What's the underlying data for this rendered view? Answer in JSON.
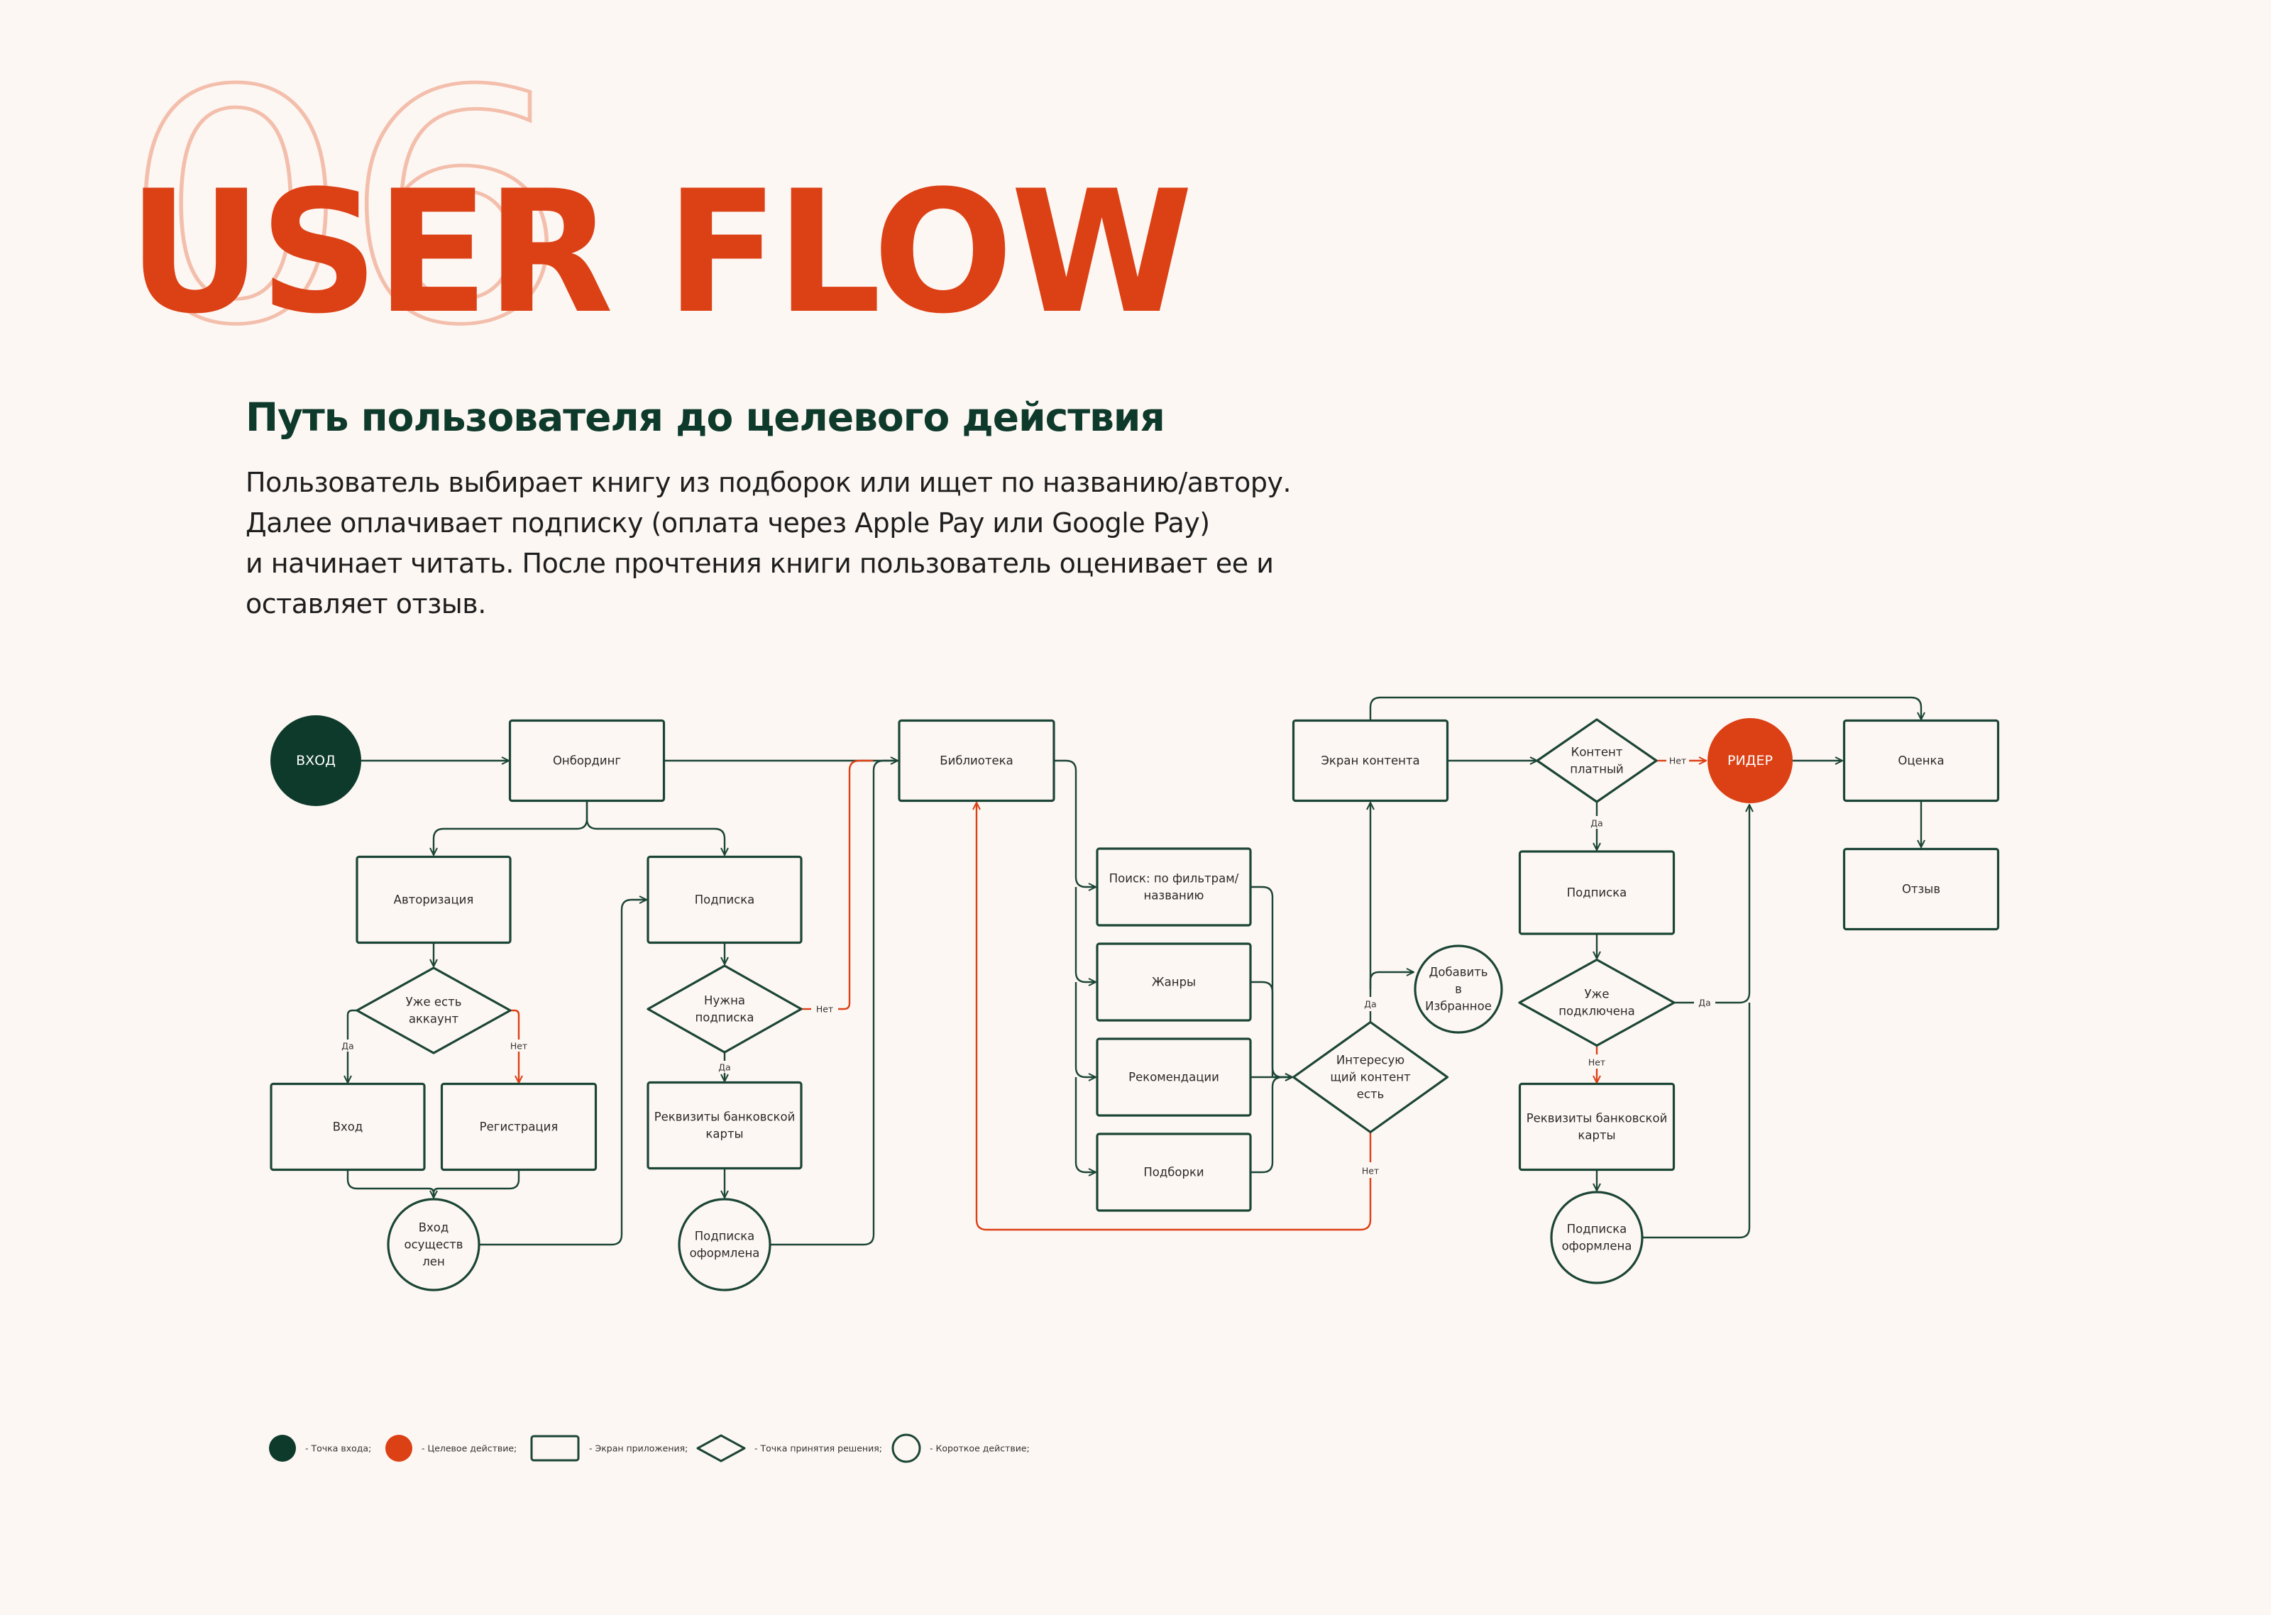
{
  "header": {
    "section_number": "06",
    "title": "USER FLOW",
    "subtitle": "Путь пользователя до целевого действия",
    "description_lines": [
      "Пользователь выбирает книгу из подборок или ищет по названию/автору.",
      "Далее оплачивает подписку (оплата через Apple Pay или Google Pay)",
      "и начинает читать. После прочтения книги пользователь оценивает ее и",
      "оставляет отзыв."
    ]
  },
  "colors": {
    "background": "#FDF7F3",
    "accent": "#DC4015",
    "dark_green": "#0E3A2C",
    "line": "#1B4536",
    "outline_number": "#F3BFAC"
  },
  "flow": {
    "nodes": {
      "entry": {
        "type": "entry",
        "lines": [
          "ВХОД"
        ]
      },
      "onboarding": {
        "type": "screen",
        "lines": [
          "Онбординг"
        ]
      },
      "authorization": {
        "type": "screen",
        "lines": [
          "Авторизация"
        ]
      },
      "has_account": {
        "type": "decision",
        "lines": [
          "Уже есть",
          "аккаунт"
        ]
      },
      "login": {
        "type": "screen",
        "lines": [
          "Вход"
        ]
      },
      "registration": {
        "type": "screen",
        "lines": [
          "Регистрация"
        ]
      },
      "logged_in": {
        "type": "short_action",
        "lines": [
          "Вход",
          "осуществ",
          "лен"
        ]
      },
      "subscription_left": {
        "type": "screen",
        "lines": [
          "Подписка"
        ]
      },
      "need_subscription": {
        "type": "decision",
        "lines": [
          "Нужна",
          "подписка"
        ]
      },
      "card_details_left": {
        "type": "screen",
        "lines": [
          "Реквизиты банковской",
          "карты"
        ]
      },
      "subscribed_left": {
        "type": "short_action",
        "lines": [
          "Подписка",
          "оформлена"
        ]
      },
      "library": {
        "type": "screen",
        "lines": [
          "Библиотека"
        ]
      },
      "search": {
        "type": "screen",
        "lines": [
          "Поиск: по фильтрам/",
          "названию"
        ]
      },
      "genres": {
        "type": "screen",
        "lines": [
          "Жанры"
        ]
      },
      "recommendations": {
        "type": "screen",
        "lines": [
          "Рекомендации"
        ]
      },
      "collections": {
        "type": "screen",
        "lines": [
          "Подборки"
        ]
      },
      "interesting_content": {
        "type": "decision",
        "lines": [
          "Интересую",
          "щий контент",
          "есть"
        ]
      },
      "add_favorites": {
        "type": "short_action",
        "lines": [
          "Добавить",
          "в",
          "Избранное"
        ]
      },
      "content_screen": {
        "type": "screen",
        "lines": [
          "Экран контента"
        ]
      },
      "content_paid": {
        "type": "decision",
        "lines": [
          "Контент",
          "платный"
        ]
      },
      "reader": {
        "type": "target",
        "lines": [
          "РИДЕР"
        ]
      },
      "subscription_right": {
        "type": "screen",
        "lines": [
          "Подписка"
        ]
      },
      "already_connected": {
        "type": "decision",
        "lines": [
          "Уже",
          "подключена"
        ]
      },
      "card_details_right": {
        "type": "screen",
        "lines": [
          "Реквизиты банковской",
          "карты"
        ]
      },
      "subscribed_right": {
        "type": "short_action",
        "lines": [
          "Подписка",
          "оформлена"
        ]
      },
      "rating": {
        "type": "screen",
        "lines": [
          "Оценка"
        ]
      },
      "review": {
        "type": "screen",
        "lines": [
          "Отзыв"
        ]
      }
    },
    "edge_labels": {
      "yes": "Да",
      "no": "Нет"
    },
    "edges": [
      {
        "from": "entry",
        "to": "onboarding"
      },
      {
        "from": "onboarding",
        "to": "library"
      },
      {
        "from": "onboarding",
        "to": "authorization"
      },
      {
        "from": "onboarding",
        "to": "subscription_left"
      },
      {
        "from": "authorization",
        "to": "has_account"
      },
      {
        "from": "has_account",
        "to": "login",
        "label": "Да"
      },
      {
        "from": "has_account",
        "to": "registration",
        "label": "Нет",
        "accent": true
      },
      {
        "from": "login",
        "to": "logged_in"
      },
      {
        "from": "registration",
        "to": "logged_in"
      },
      {
        "from": "logged_in",
        "to": "subscription_left"
      },
      {
        "from": "subscription_left",
        "to": "need_subscription"
      },
      {
        "from": "need_subscription",
        "to": "card_details_left",
        "label": "Да"
      },
      {
        "from": "need_subscription",
        "to": "library",
        "label": "Нет",
        "accent": true
      },
      {
        "from": "card_details_left",
        "to": "subscribed_left"
      },
      {
        "from": "subscribed_left",
        "to": "library"
      },
      {
        "from": "library",
        "to": "search"
      },
      {
        "from": "library",
        "to": "genres"
      },
      {
        "from": "library",
        "to": "recommendations"
      },
      {
        "from": "library",
        "to": "collections"
      },
      {
        "from": "search",
        "to": "interesting_content"
      },
      {
        "from": "genres",
        "to": "interesting_content"
      },
      {
        "from": "recommendations",
        "to": "interesting_content"
      },
      {
        "from": "collections",
        "to": "interesting_content"
      },
      {
        "from": "interesting_content",
        "to": "content_screen",
        "label": "Да"
      },
      {
        "from": "interesting_content",
        "to": "add_favorites",
        "label": "Да"
      },
      {
        "from": "interesting_content",
        "to": "library",
        "label": "Нет",
        "accent": true
      },
      {
        "from": "content_screen",
        "to": "content_paid"
      },
      {
        "from": "content_screen",
        "to": "rating"
      },
      {
        "from": "content_paid",
        "to": "reader",
        "label": "Нет",
        "accent": true
      },
      {
        "from": "content_paid",
        "to": "subscription_right",
        "label": "Да"
      },
      {
        "from": "subscription_right",
        "to": "already_connected"
      },
      {
        "from": "already_connected",
        "to": "reader",
        "label": "Да"
      },
      {
        "from": "already_connected",
        "to": "card_details_right",
        "label": "Нет",
        "accent": true
      },
      {
        "from": "card_details_right",
        "to": "subscribed_right"
      },
      {
        "from": "subscribed_right",
        "to": "reader"
      },
      {
        "from": "reader",
        "to": "rating"
      },
      {
        "from": "rating",
        "to": "review"
      }
    ]
  },
  "legend": [
    {
      "shape": "entry",
      "label": "- Точка входа;"
    },
    {
      "shape": "target",
      "label": "- Целевое действие;"
    },
    {
      "shape": "screen",
      "label": "- Экран приложения;"
    },
    {
      "shape": "decision",
      "label": "- Точка принятия решения;"
    },
    {
      "shape": "short_action",
      "label": "- Короткое действие;"
    }
  ]
}
